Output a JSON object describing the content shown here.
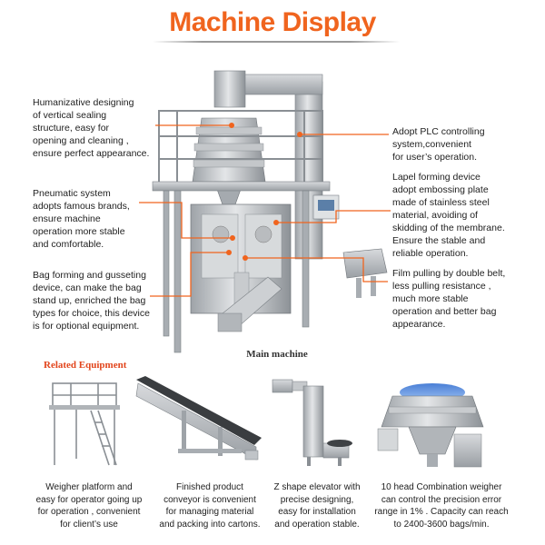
{
  "title": "Machine Display",
  "main_caption": "Main machine",
  "related_heading": "Related Equipment",
  "accent_color": "#f0641e",
  "left_notes": [
    "Humanizative designing\nof vertical sealing\nstructure, easy for\nopening and cleaning ,\nensure perfect appearance.",
    "Pneumatic system\nadopts famous brands,\nensure machine\noperation more stable\nand comfortable.",
    "Bag forming and gusseting\ndevice, can make the bag\nstand up, enriched the bag\ntypes for choice, this device\nis for optional equipment."
  ],
  "right_notes": [
    "Adopt PLC controlling\nsystem,convenient\nfor user’s operation.",
    "Lapel forming device\nadopt embossing plate\nmade of stainless steel\nmaterial, avoiding of\nskidding of the membrane.\nEnsure the stable and\nreliable operation.",
    "Film pulling by double belt,\nless pulling resistance ,\nmuch more stable\noperation and better bag\nappearance."
  ],
  "equipment": [
    {
      "caption": "Weigher platform and\neasy for operator going up\nfor operation , convenient\nfor client’s use"
    },
    {
      "caption": "Finished product\nconveyor is convenient\nfor managing material\nand packing into cartons."
    },
    {
      "caption": "Z shape elevator with\nprecise designing,\neasy for installation\nand operation stable."
    },
    {
      "caption": "10 head Combination weigher\ncan control the precision error\nrange in 1% . Capacity can reach\nto 2400-3600 bags/min."
    }
  ]
}
